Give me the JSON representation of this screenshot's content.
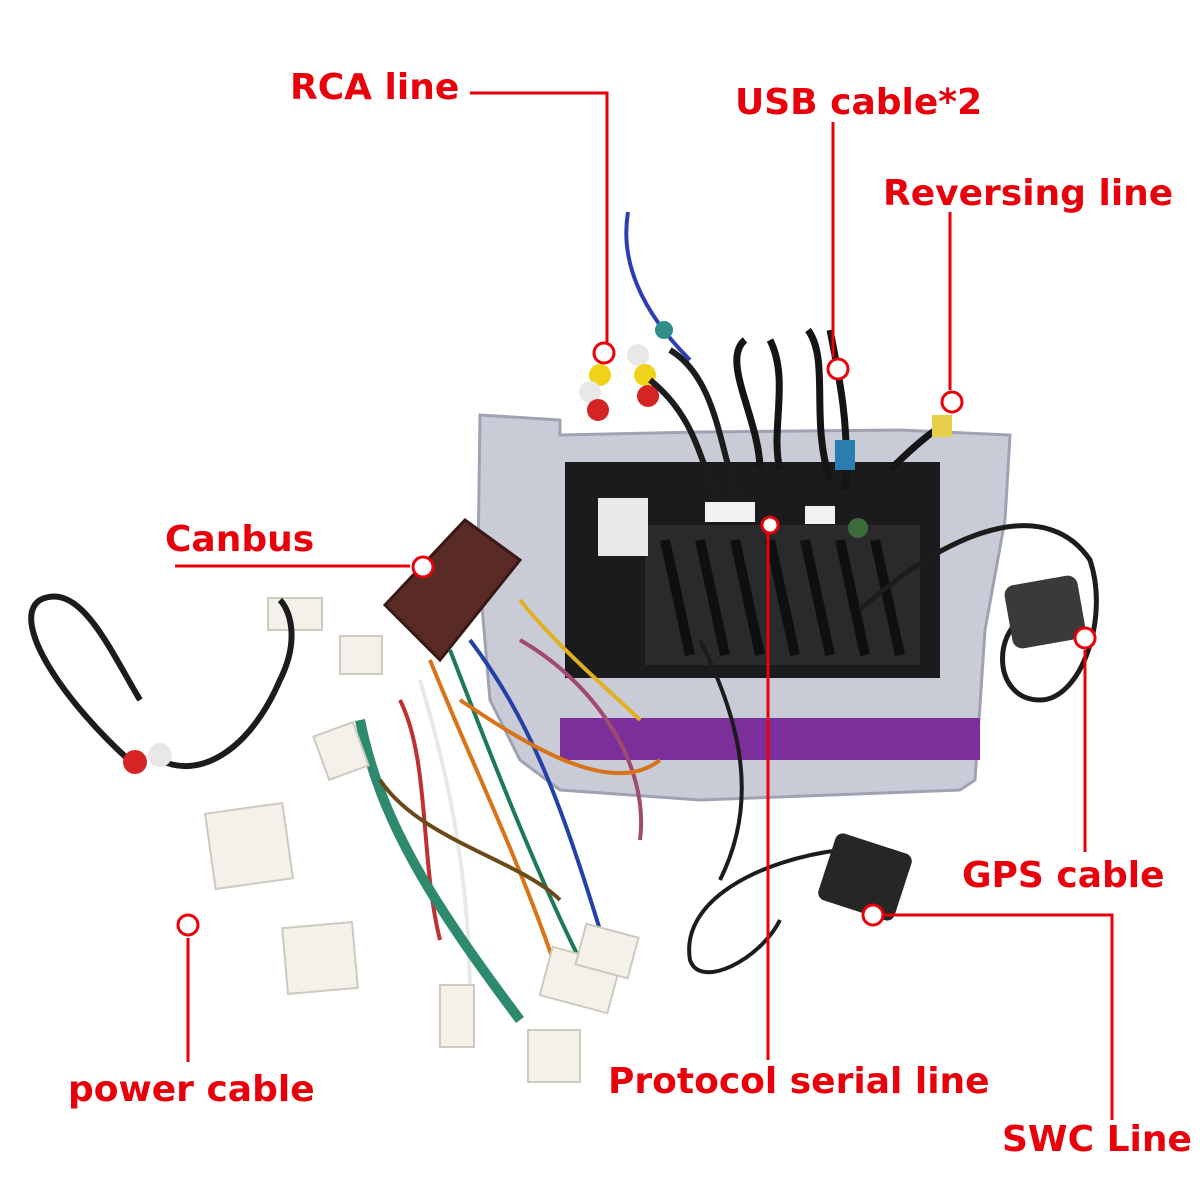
{
  "accent_color": "#e8000b",
  "labels": {
    "rca": "RCA line",
    "usb": "USB cable*2",
    "reversing": "Reversing line",
    "canbus": "Canbus",
    "gps": "GPS cable",
    "power": "power cable",
    "protocol": "Protocol serial line",
    "swc": "SWC Line"
  }
}
